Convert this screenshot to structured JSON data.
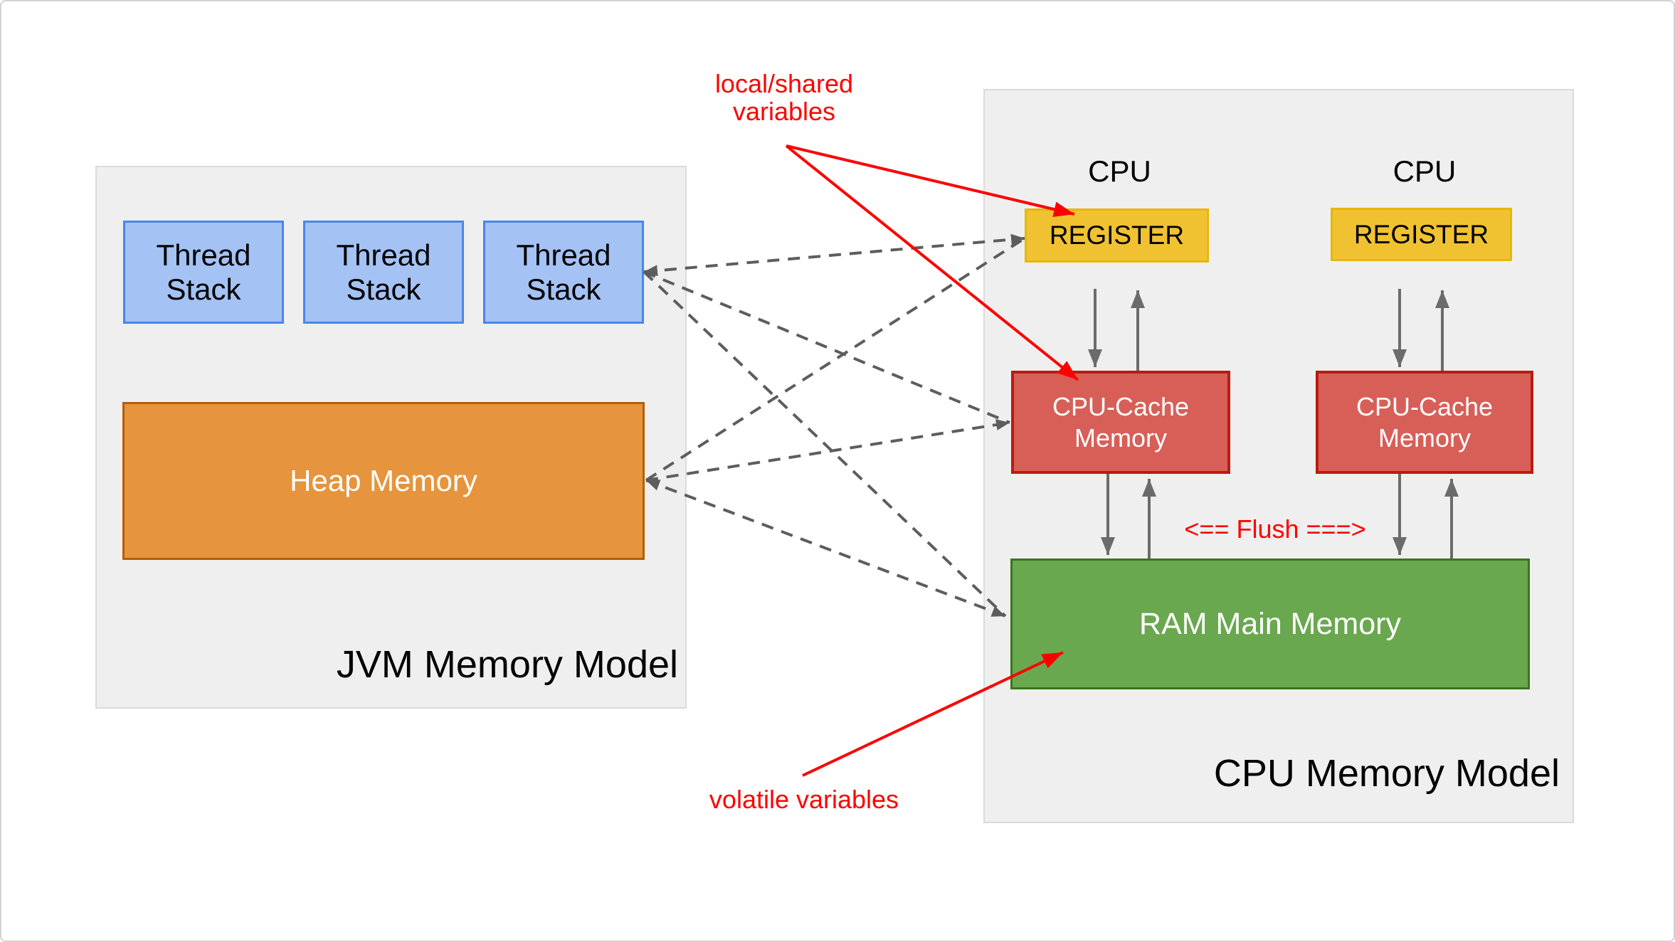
{
  "diagram": {
    "jvm_panel": {
      "title": "JVM Memory Model",
      "thread_stacks": [
        {
          "label": "Thread\nStack"
        },
        {
          "label": "Thread\nStack"
        },
        {
          "label": "Thread\nStack"
        }
      ],
      "heap_label": "Heap Memory"
    },
    "cpu_panel": {
      "title": "CPU Memory Model",
      "cpus": [
        {
          "label": "CPU",
          "register_label": "REGISTER",
          "cache_label": "CPU-Cache\nMemory"
        },
        {
          "label": "CPU",
          "register_label": "REGISTER",
          "cache_label": "CPU-Cache\nMemory"
        }
      ],
      "ram_label": "RAM Main Memory",
      "flush_label": "<== Flush ===>"
    },
    "annotations": {
      "local_shared": "local/shared\nvariables",
      "volatile": "volatile variables"
    }
  },
  "colors": {
    "page_border": "#d2d2d2",
    "panel_fill": "#efefef",
    "panel_border": "#dbdbdb",
    "thread_fill": "#a4c2f4",
    "thread_border": "#4a86e8",
    "heap_fill": "#e6943d",
    "heap_border": "#b45f06",
    "cpu_fill": "#ffe48f",
    "cpu_border": "#f1c232",
    "register_fill": "#f0c232",
    "register_border": "#e7b60f",
    "cache_fill": "#d85f58",
    "cache_border": "#bb1b10",
    "ram_fill": "#6aa84f",
    "ram_border": "#38761d",
    "arrow_gray": "#6b6b6b",
    "dash_gray": "#5d5d5d",
    "accent_red": "#ff0000",
    "text_dark": "#000000",
    "text_light": "#ffffff"
  }
}
